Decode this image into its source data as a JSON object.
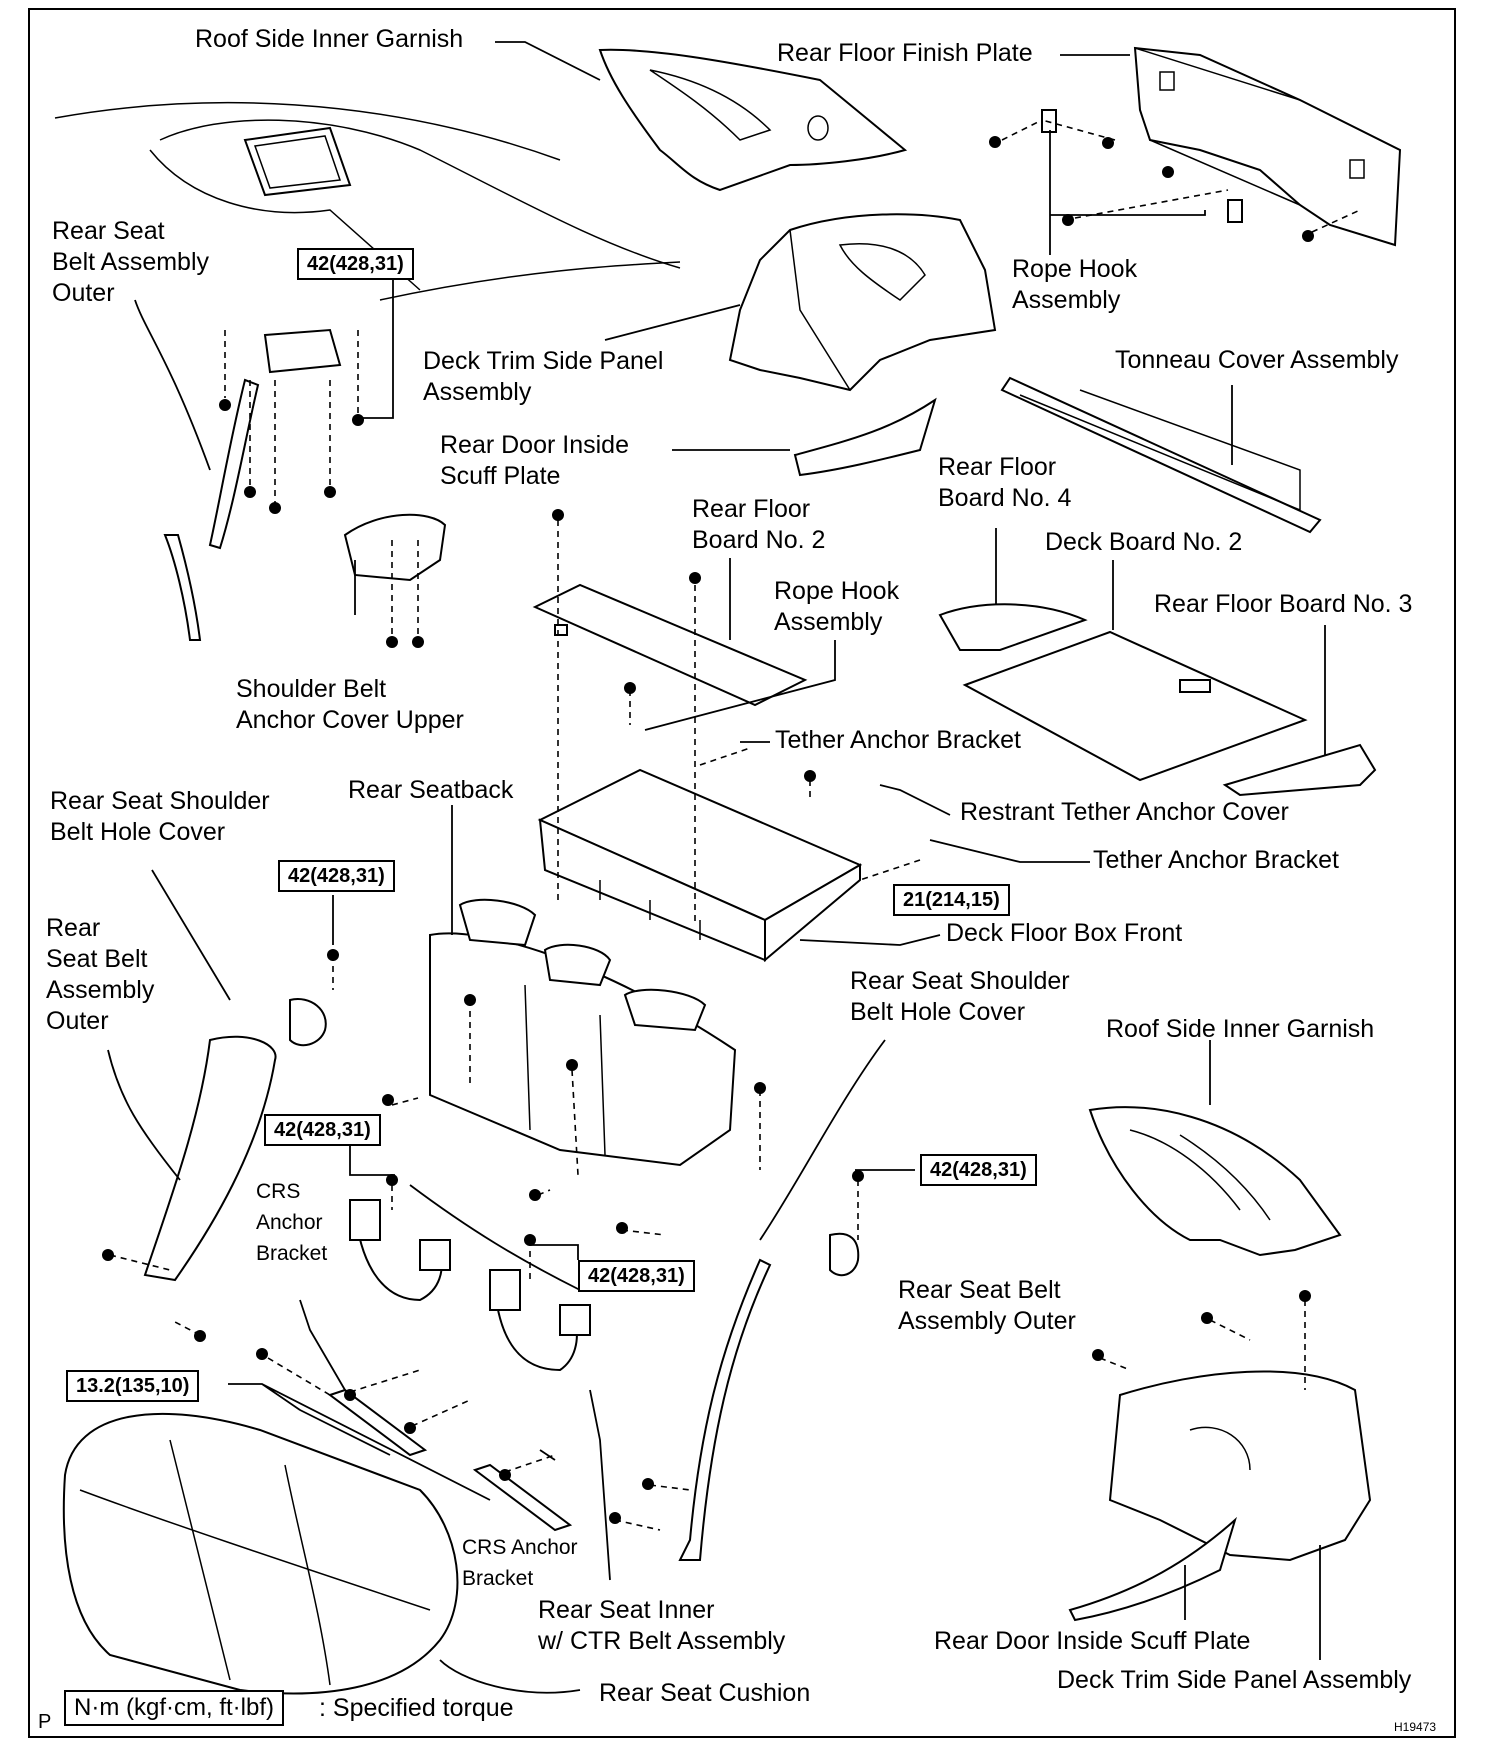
{
  "labels": {
    "roof_side_inner_garnish_top": "Roof Side Inner Garnish",
    "rear_floor_finish_plate": "Rear Floor Finish Plate",
    "rear_seat_belt_assembly_outer_top": "Rear Seat\nBelt Assembly\nOuter",
    "rope_hook_assembly_top": "Rope Hook\nAssembly",
    "deck_trim_side_panel_top": "Deck Trim Side Panel\nAssembly",
    "tonneau_cover_assembly": "Tonneau Cover Assembly",
    "rear_door_inside_scuff_plate_top": "Rear Door Inside\nScuff Plate",
    "rear_floor_board_no4": "Rear Floor\nBoard No. 4",
    "rear_floor_board_no2": "Rear Floor\nBoard No. 2",
    "deck_board_no2": "Deck Board No. 2",
    "rope_hook_assembly_mid": "Rope Hook\nAssembly",
    "rear_floor_board_no3": "Rear Floor Board No. 3",
    "shoulder_belt_anchor_cover_upper": "Shoulder Belt\nAnchor Cover Upper",
    "tether_anchor_bracket_upper": "Tether Anchor Bracket",
    "rear_seat_shoulder_belt_hole_cover_left": "Rear Seat Shoulder\nBelt Hole Cover",
    "rear_seatback": "Rear Seatback",
    "restraint_tether_anchor_cover": "Restrant Tether Anchor Cover",
    "tether_anchor_bracket_lower": "Tether Anchor Bracket",
    "rear_seat_belt_assembly_outer_left": "Rear\nSeat Belt\nAssembly\nOuter",
    "deck_floor_box_front": "Deck Floor Box Front",
    "rear_seat_shoulder_belt_hole_cover_right": "Rear Seat Shoulder\nBelt Hole Cover",
    "roof_side_inner_garnish_right": "Roof Side Inner Garnish",
    "crs_anchor_bracket_left": "CRS\nAnchor\nBracket",
    "rear_seat_belt_assembly_outer_right": "Rear Seat Belt\nAssembly Outer",
    "crs_anchor_bracket_right": "CRS Anchor\nBracket",
    "rear_seat_inner_belt": "Rear Seat Inner\nw/ CTR Belt Assembly",
    "rear_door_inside_scuff_plate_bottom": "Rear Door Inside Scuff Plate",
    "deck_trim_side_panel_bottom": "Deck Trim Side Panel Assembly",
    "rear_seat_cushion": "Rear Seat Cushion"
  },
  "torque": {
    "t1": "42(428,31)",
    "t2": "42(428,31)",
    "t3": "21(214,15)",
    "t4": "42(428,31)",
    "t5": "42(428,31)",
    "t6": "42(428,31)",
    "t7": "13.2(135,10)"
  },
  "legend": {
    "unit": "N·m (kgf·cm, ft·lbf)",
    "text": ": Specified torque",
    "corner_letter": "P",
    "figure_code": "H19473"
  }
}
